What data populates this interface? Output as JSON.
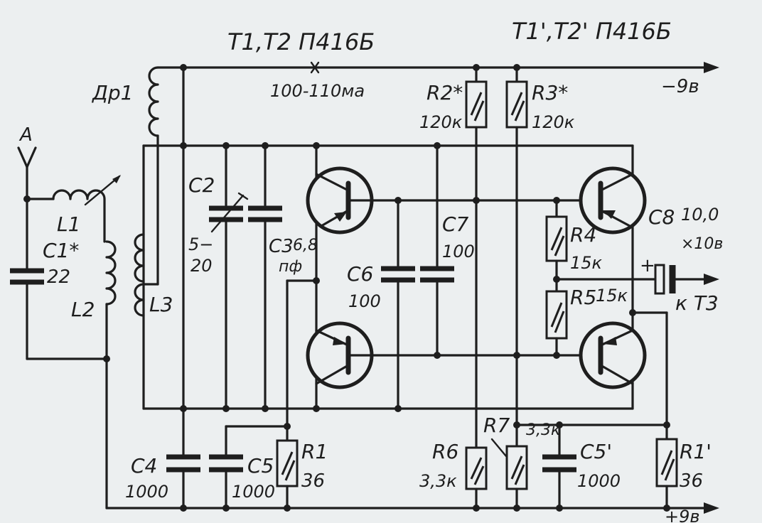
{
  "labels": {
    "t1_t2": "T1,T2 П416Б",
    "t1p_t2p": "T1',T2' П416Б",
    "current": "100-110ма",
    "minus_supply": "−9в",
    "plus_supply": "+9в",
    "antenna": "А",
    "dr1": "Др1",
    "l1": "L1",
    "l2": "L2",
    "l3": "L3",
    "c1": "C1*",
    "c1_val": "22",
    "c2": "C2",
    "c2_val_top": "5−",
    "c2_val_bot": "20",
    "c3": "C3",
    "c3_val": "6,8",
    "c3_unit": "пф",
    "c4": "C4",
    "c4_val": "1000",
    "c5": "C5",
    "c5_val": "1000",
    "c6": "C6",
    "c6_val": "100",
    "c7": "C7",
    "c7_val": "100",
    "c8": "C8",
    "c8_val": "10,0",
    "c8_volt": "×10в",
    "c5p": "C5'",
    "c5p_val": "1000",
    "r1": "R1",
    "r1_val": "36",
    "r1p": "R1'",
    "r1p_val": "36",
    "r2": "R2*",
    "r2_val": "120к",
    "r3": "R3*",
    "r3_val": "120к",
    "r4": "R4",
    "r4_val": "15к",
    "r5": "R5",
    "r5_val": "15к",
    "r6": "R6",
    "r6_val": "3,3к",
    "r7": "R7",
    "r7_val": "3,3к",
    "to_t3": "к Т3"
  }
}
